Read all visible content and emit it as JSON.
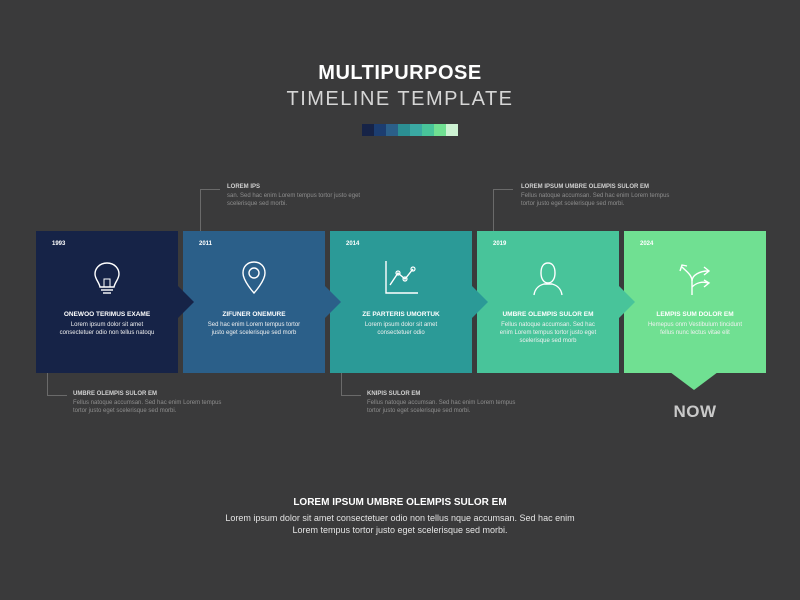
{
  "header": {
    "title": "MULTIPURPOSE",
    "subtitle": "TIMELINE TEMPLATE",
    "palette": [
      "#162347",
      "#1c3d70",
      "#2b5f89",
      "#2b8f93",
      "#3aa9a3",
      "#48c49a",
      "#70e092",
      "#cdf2d3"
    ]
  },
  "steps": [
    {
      "year": "1993",
      "title": "ONEWOO TERIMUS EXAME",
      "body": "Lorem ipsum dolor sit amet consectetuer odio non tellus natoqu",
      "color": "#162347",
      "icon": "lightbulb-icon"
    },
    {
      "year": "2011",
      "title": "ZIFUNER ONEMURE",
      "body": "Sed hac enim Lorem tempus tortor justo eget scelerisque sed morb",
      "color": "#2b5f89",
      "icon": "map-pin-icon"
    },
    {
      "year": "2014",
      "title": "ZE PARTERIS UMORTUK",
      "body": "Lorem ipsum dolor sit amet consectetuer odio",
      "color": "#2b9a97",
      "icon": "line-chart-icon"
    },
    {
      "year": "2019",
      "title": "UMBRE OLEMPIS SULOR EM",
      "body": "Fellus natoque accumsan. Sed hac enim Lorem tempus tortor justo eget scelerisque sed morb",
      "color": "#48c49a",
      "icon": "user-icon"
    },
    {
      "year": "2024",
      "title": "LEMPIS SUM DOLOR EM",
      "body": "Hemepus onm Vestibulum tincidunt fellus nunc lectus vitae elit",
      "color": "#70e092",
      "icon": "direction-arrows-icon"
    }
  ],
  "notes": [
    {
      "heading": "LOREM IPS",
      "text": "san. Sed hac enim Lorem tempus tortor justo eget scelerisque sed morbi."
    },
    {
      "heading": "UMBRE OLEMPIS SULOR EM",
      "text": "Fellus natoque accumsan. Sed hac enim Lorem tempus tortor justo eget scelerisque sed morbi."
    },
    {
      "heading": "KNIPIS SULOR EM",
      "text": "Fellus natoque accumsan. Sed hac enim Lorem tempus tortor justo eget scelerisque sed morbi."
    },
    {
      "heading": "LOREM IPSUM UMBRE OLEMPIS SULOR EM",
      "text": "Fellus natoque accumsan. Sed hac enim Lorem tempus tortor justo eget scelerisque sed morbi."
    }
  ],
  "now_label": "NOW",
  "footer": {
    "heading": "LOREM IPSUM UMBRE OLEMPIS SULOR EM",
    "body": "Lorem ipsum dolor sit amet consectetuer odio non tellus nque accumsan. Sed hac enim Lorem tempus tortor justo eget scelerisque sed morbi."
  }
}
